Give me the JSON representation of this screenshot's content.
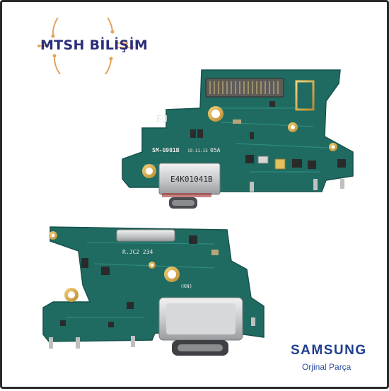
{
  "logo": {
    "text": "MTSH BİLİŞİM",
    "accent_color": "#e3a35b",
    "text_color": "#2b2f7a"
  },
  "brand": {
    "name": "SAMSUNG",
    "tagline": "Orjinal Parça",
    "color": "#1f3f8f"
  },
  "photo": {
    "board_color": "#1f6b62",
    "top_board": {
      "region_label": "EU",
      "model_label": "SM-G981B",
      "date_label": "19.11.15",
      "rev_label": "05A",
      "connector_label": "E4K01041B"
    },
    "bottom_board": {
      "code_label": "R.JC2 234",
      "mark_label": "(KN)"
    }
  }
}
